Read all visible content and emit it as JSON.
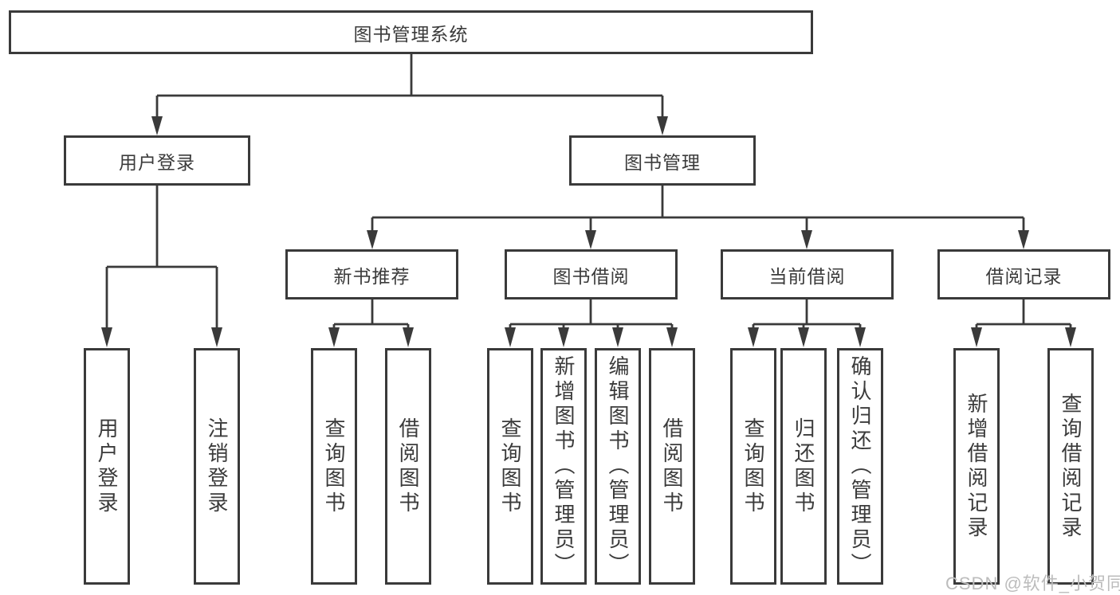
{
  "tree": {
    "root": {
      "label": "图书管理系统",
      "children": [
        {
          "label": "用户登录",
          "children": [
            {
              "label": "用户登录"
            },
            {
              "label": "注销登录"
            }
          ]
        },
        {
          "label": "图书管理",
          "children": [
            {
              "label": "新书推荐",
              "children": [
                {
                  "label": "查询图书"
                },
                {
                  "label": "借阅图书"
                }
              ]
            },
            {
              "label": "图书借阅",
              "children": [
                {
                  "label": "查询图书"
                },
                {
                  "label": "新增图书（管理员）"
                },
                {
                  "label": "编辑图书（管理员）"
                },
                {
                  "label": "借阅图书"
                }
              ]
            },
            {
              "label": "当前借阅",
              "children": [
                {
                  "label": "查询图书"
                },
                {
                  "label": "归还图书"
                },
                {
                  "label": "确认归还（管理员）"
                }
              ]
            },
            {
              "label": "借阅记录",
              "children": [
                {
                  "label": "新增借阅记录"
                },
                {
                  "label": "查询借阅记录"
                }
              ]
            }
          ]
        }
      ]
    }
  },
  "watermark": "CSDN @软件_小贺同学",
  "colors": {
    "line": "#3a3a3a",
    "text": "#3b3b3b",
    "watermark": "#bcbcbc",
    "background": "#ffffff"
  }
}
